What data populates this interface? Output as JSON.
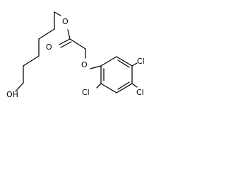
{
  "structure": {
    "atoms": {
      "hydroxyl": "OH",
      "ester_oxygen": "O",
      "carbonyl_oxygen": "O",
      "ether_oxygen": "O",
      "chlorine_2": "Cl",
      "chlorine_4": "Cl",
      "chlorine_5": "Cl"
    }
  }
}
